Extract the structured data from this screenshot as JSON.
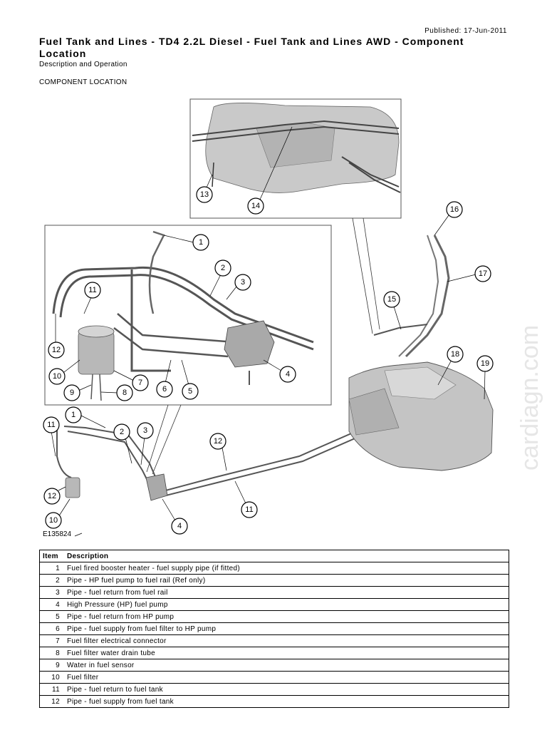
{
  "header": {
    "published": "Published: 17-Jun-2011",
    "title": "Fuel Tank and Lines - TD4 2.2L Diesel - Fuel Tank and Lines AWD - Component Location",
    "subtitle": "Description and Operation",
    "section": "COMPONENT LOCATION"
  },
  "figure": {
    "code": "E135824",
    "callouts": [
      "1",
      "2",
      "3",
      "4",
      "5",
      "6",
      "7",
      "8",
      "9",
      "10",
      "11",
      "12",
      "13",
      "14",
      "15",
      "16",
      "17",
      "18",
      "19"
    ]
  },
  "watermark": "cardiagn.com",
  "table": {
    "headers": [
      "Item",
      "Description"
    ],
    "rows": [
      {
        "item": "1",
        "description": "Fuel fired booster heater - fuel supply pipe (if fitted)"
      },
      {
        "item": "2",
        "description": "Pipe - HP fuel pump to fuel rail (Ref only)"
      },
      {
        "item": "3",
        "description": "Pipe - fuel return from fuel rail"
      },
      {
        "item": "4",
        "description": "High Pressure (HP) fuel pump"
      },
      {
        "item": "5",
        "description": "Pipe - fuel return from HP pump"
      },
      {
        "item": "6",
        "description": "Pipe - fuel supply from fuel filter to HP pump"
      },
      {
        "item": "7",
        "description": "Fuel filter electrical connector"
      },
      {
        "item": "8",
        "description": "Fuel filter water drain tube"
      },
      {
        "item": "9",
        "description": "Water in fuel sensor"
      },
      {
        "item": "10",
        "description": "Fuel filter"
      },
      {
        "item": "11",
        "description": "Pipe - fuel return to fuel tank"
      },
      {
        "item": "12",
        "description": "Pipe - fuel supply from fuel tank"
      }
    ]
  }
}
